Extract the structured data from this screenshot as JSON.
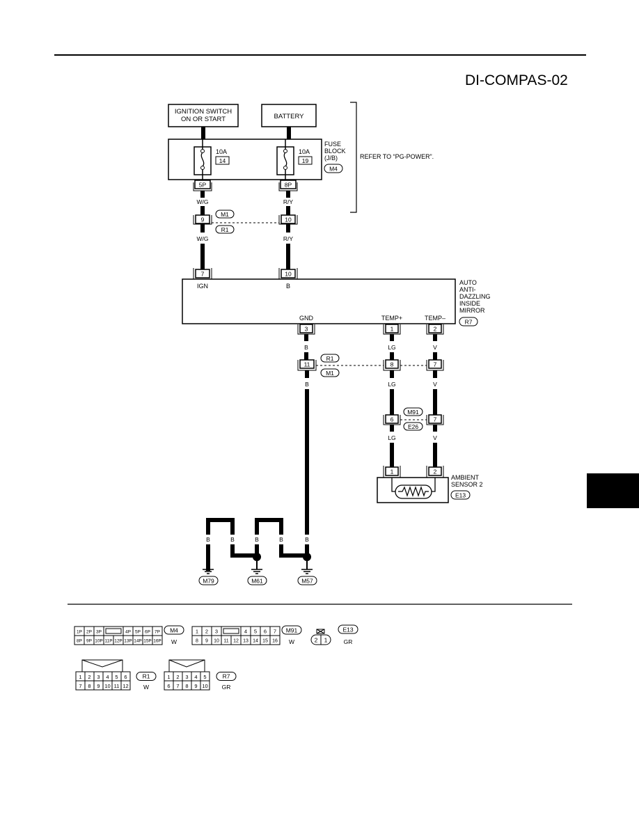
{
  "page": {
    "code": "DI-COMPAS-02"
  },
  "power_sources": {
    "ignition_switch": [
      "IGNITION SWITCH",
      "ON OR START"
    ],
    "battery": "BATTERY"
  },
  "fuse_block": {
    "label": [
      "FUSE",
      "BLOCK",
      "(J/B)"
    ],
    "connector": "M4",
    "refer_note": "REFER TO “PG-POWER”.",
    "fuses": [
      {
        "rating": "10A",
        "number": "14",
        "output_pin": "5P",
        "wire": "W/G"
      },
      {
        "rating": "10A",
        "number": "19",
        "output_pin": "8P",
        "wire": "R/Y"
      }
    ]
  },
  "joint_m1_r1": {
    "connectors": [
      "M1",
      "R1"
    ],
    "pins": [
      "9",
      "10"
    ],
    "wires": [
      "W/G",
      "R/Y"
    ]
  },
  "mirror": {
    "label": [
      "AUTO",
      "ANTI-",
      "DAZZLING",
      "INSIDE",
      "MIRROR"
    ],
    "connector": "R7",
    "top_pins": [
      {
        "pin": "7",
        "name": "IGN"
      },
      {
        "pin": "10",
        "name": "B"
      }
    ],
    "bottom_pins": [
      {
        "pin": "3",
        "name": "GND",
        "wire": "B"
      },
      {
        "pin": "1",
        "name": "TEMP+",
        "wire": "LG"
      },
      {
        "pin": "2",
        "name": "TEMP–",
        "wire": "V"
      }
    ]
  },
  "joint_r1_m1": {
    "connectors": [
      "R1",
      "M1"
    ],
    "pins": [
      "11",
      "8",
      "7"
    ],
    "wires": [
      "B",
      "LG",
      "V"
    ]
  },
  "joint_m91_e26": {
    "connectors": [
      "M91",
      "E26"
    ],
    "pins": [
      "6",
      "7"
    ],
    "wires": [
      "LG",
      "V"
    ]
  },
  "ambient_sensor": {
    "label": [
      "AMBIENT",
      "SENSOR 2"
    ],
    "connector": "E13",
    "pins": [
      "1",
      "2"
    ]
  },
  "grounds": {
    "wires": [
      "B",
      "B",
      "B",
      "B",
      "B"
    ],
    "labels": [
      "M79",
      "M61",
      "M57"
    ]
  },
  "connector_faces": {
    "m4": {
      "id": "M4",
      "color": "W",
      "row1": [
        "1P",
        "2P",
        "3P",
        "",
        "4P",
        "5P",
        "6P",
        "7P"
      ],
      "row2": [
        "8P",
        "9P",
        "10P",
        "11P",
        "12P",
        "13P",
        "14P",
        "15P",
        "16P"
      ]
    },
    "m91": {
      "id": "M91",
      "color": "W",
      "row1": [
        "1",
        "2",
        "3",
        "",
        "4",
        "5",
        "6",
        "7"
      ],
      "row2": [
        "8",
        "9",
        "10",
        "11",
        "12",
        "13",
        "14",
        "15",
        "16"
      ]
    },
    "e13": {
      "id": "E13",
      "color": "GR",
      "pins": [
        "2",
        "1"
      ]
    },
    "r1": {
      "id": "R1",
      "color": "W",
      "row1": [
        "1",
        "2",
        "3",
        "4",
        "5",
        "6"
      ],
      "row2": [
        "7",
        "8",
        "9",
        "10",
        "11",
        "12"
      ]
    },
    "r7": {
      "id": "R7",
      "color": "GR",
      "row1": [
        "1",
        "2",
        "3",
        "4",
        "5"
      ],
      "row2": [
        "6",
        "7",
        "8",
        "9",
        "10"
      ]
    }
  }
}
